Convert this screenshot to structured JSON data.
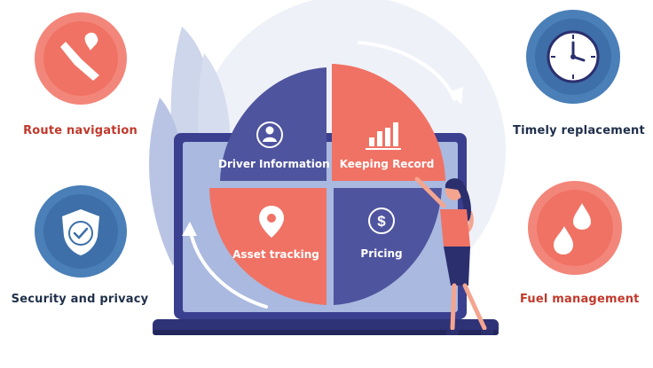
{
  "colors": {
    "red": "#f07264",
    "coral": "#f3867a",
    "indigo": "#4f549f",
    "blue": "#3e6fa8",
    "navy": "#2b2f6e",
    "label_red": "#c0392b",
    "label_dark": "#1f2f4a"
  },
  "features": {
    "route_navigation": {
      "label": "Route navigation",
      "icon": "route-turn-icon"
    },
    "security_privacy": {
      "label": "Security and privacy",
      "icon": "shield-check-icon"
    },
    "timely_replacement": {
      "label": "Timely replacement",
      "icon": "clock-icon"
    },
    "fuel_management": {
      "label": "Fuel management",
      "icon": "fuel-drops-icon"
    }
  },
  "quadrants": {
    "driver_information": {
      "label": "Driver Information",
      "icon": "user-icon"
    },
    "keeping_record": {
      "label": "Keeping Record",
      "icon": "bar-chart-icon"
    },
    "asset_tracking": {
      "label": "Asset tracking",
      "icon": "location-pin-icon"
    },
    "pricing": {
      "label": "Pricing",
      "icon": "dollar-coin-icon"
    }
  }
}
